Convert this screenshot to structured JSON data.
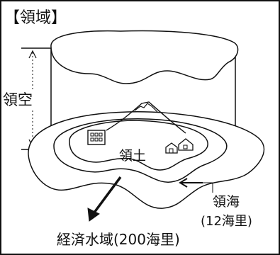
{
  "title": "【領域】",
  "labels": {
    "airspace": "領空",
    "territory": "領土",
    "territorial_sea": "領海",
    "territorial_sea_range": "(12海里)",
    "eez": "経済水域(200海里)"
  },
  "colors": {
    "stroke": "#111111",
    "background": "#ffffff"
  },
  "icons": [
    "mountain-icon",
    "building-icon",
    "house-icon"
  ]
}
